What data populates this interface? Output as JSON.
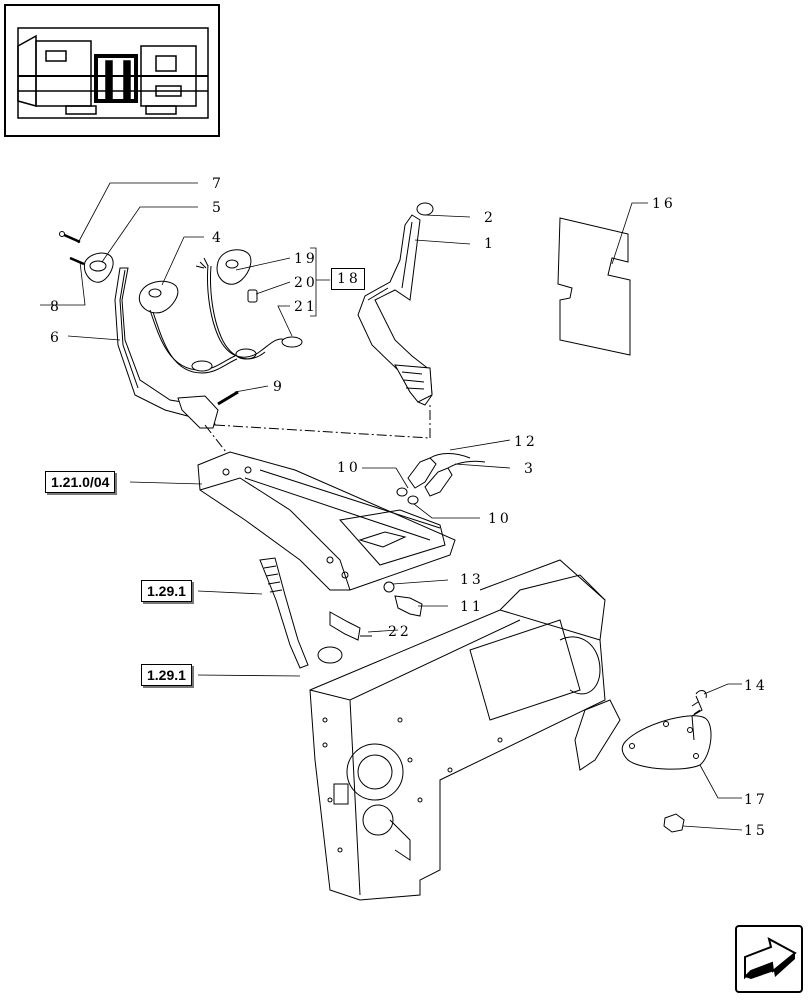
{
  "diagram": {
    "callouts": {
      "c1": "1",
      "c2": "2",
      "c3": "3",
      "c4": "4",
      "c5": "5",
      "c6": "6",
      "c7": "7",
      "c8": "8",
      "c9": "9",
      "c10a": "10",
      "c10b": "10",
      "c11": "11",
      "c12": "12",
      "c13": "13",
      "c14": "14",
      "c15": "15",
      "c16": "16",
      "c17": "17",
      "c19": "19",
      "c20": "20",
      "c21": "21",
      "c22": "22"
    },
    "group_box": "18",
    "references": {
      "ref_a": "1.21.0/04",
      "ref_b": "1.29.1",
      "ref_c": "1.29.1"
    },
    "colors": {
      "line": "#000000",
      "fill": "#ffffff"
    },
    "icons": {
      "navigation": "next-page-arrow-icon",
      "thumbnail": "transmission-thumbnail"
    }
  }
}
